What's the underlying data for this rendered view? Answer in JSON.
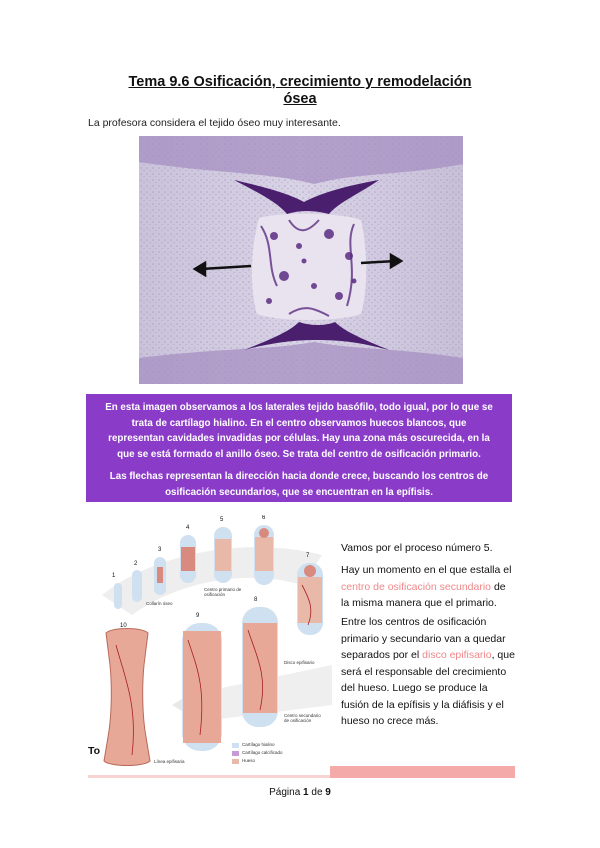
{
  "title": {
    "line1": "Tema 9.6 Osificación, crecimiento y remodelación",
    "line2": "ósea"
  },
  "intro": "La profesora considera el tejido óseo muy interesante.",
  "purple_box": {
    "p1": "En esta imagen observamos a los laterales tejido basófilo, todo igual, por lo que se trata de cartílago hialino. En el centro observamos huecos blancos, que representan cavidades invadidas por células. Hay una zona más oscurecida, en la que se está formado el anillo óseo. Se trata del centro de osificación primario.",
    "p2": "Las flechas representan la dirección hacia donde crece, buscando los centros de osificación secundarios, que se encuentran en la epífisis.",
    "color": "#8a3cc8"
  },
  "diagram": {
    "step_numbers": [
      "1",
      "2",
      "3",
      "4",
      "5",
      "6",
      "7",
      "8",
      "9",
      "10"
    ],
    "labels": {
      "collar": "Collarín óseo",
      "primary_center": "Centro primario de osificación",
      "disc": "Disco epifisario",
      "secondary_center": "Centro secundario de osificación",
      "line": "Línea epifisaria"
    },
    "legend": [
      "Cartílago hialino",
      "Cartílago calcificado",
      "Hueso"
    ]
  },
  "side_text": {
    "p1": "Vamos por el proceso número 5.",
    "p2_a": "Hay un momento en el que estalla el",
    "p2_hl": "centro de osificación secundario",
    "p2_b": "de la misma manera que el primario.",
    "p3_a": "Entre los centros de osificación primario y secundario van a quedar separados por el",
    "p3_hl": "disco epifisario",
    "p3_b": ", que será el responsable del crecimiento del hueso. Luego se produce la fusión de la epífisis y la diáfisis y el hueso no crece más.",
    "highlight_color": "#f0888a"
  },
  "trailing_text": "To",
  "footer": {
    "prefix": "Página",
    "page": "1",
    "sep": "de",
    "total": "9"
  }
}
